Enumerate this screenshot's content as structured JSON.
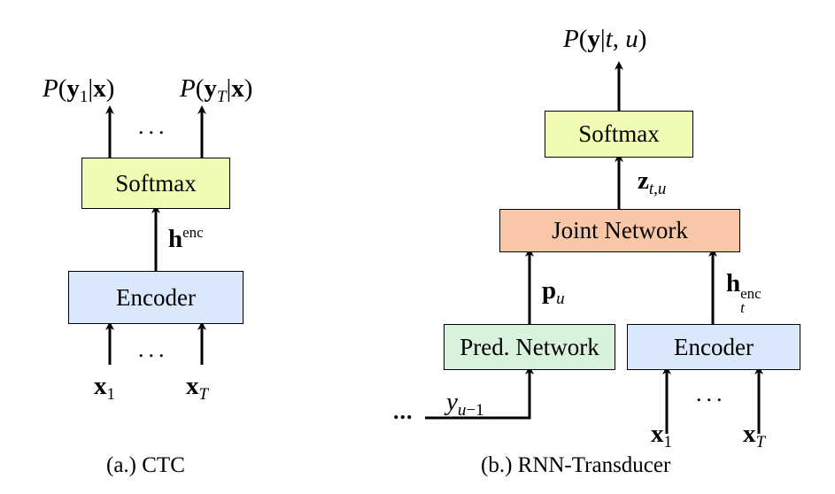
{
  "ctc": {
    "softmax_label": "Softmax",
    "encoder_label": "Encoder",
    "caption": "(a.) CTC",
    "ellipsis_top": "...",
    "ellipsis_bottom": "...",
    "h_enc_sup": "enc"
  },
  "rnnt": {
    "softmax_label": "Softmax",
    "joint_label": "Joint Network",
    "pred_label": "Pred. Network",
    "encoder_label": "Encoder",
    "caption": "(b.) RNN-Transducer",
    "ellipsis_bottom": "...",
    "ellipsis_left": "...",
    "h_enc_sup": "enc"
  },
  "colors": {
    "softmax": "#f0fbb4",
    "encoder": "#d9e8fb",
    "joint": "#f8c7a7",
    "pred": "#d8f2dd"
  }
}
